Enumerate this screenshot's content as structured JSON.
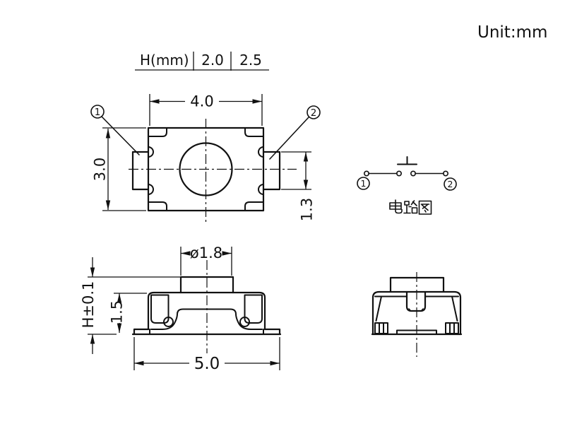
{
  "page": {
    "unit_label": "Unit:mm"
  },
  "height_table": {
    "header": "H(mm)",
    "options": [
      "2.0",
      "2.5"
    ]
  },
  "top_view": {
    "width_dim": "4.0",
    "height_dim": "3.0",
    "terminal_dim": "1.3",
    "pin1": "1",
    "pin2": "2"
  },
  "circuit_diagram": {
    "caption": "电路图",
    "pin1": "1",
    "pin2": "2"
  },
  "front_view": {
    "button_dia_dim": "ø1.8",
    "total_height_dim": "H±0.1",
    "body_height_dim": "1.5",
    "base_width_dim": "5.0"
  },
  "colors": {
    "line": "#111111",
    "background": "#ffffff"
  }
}
